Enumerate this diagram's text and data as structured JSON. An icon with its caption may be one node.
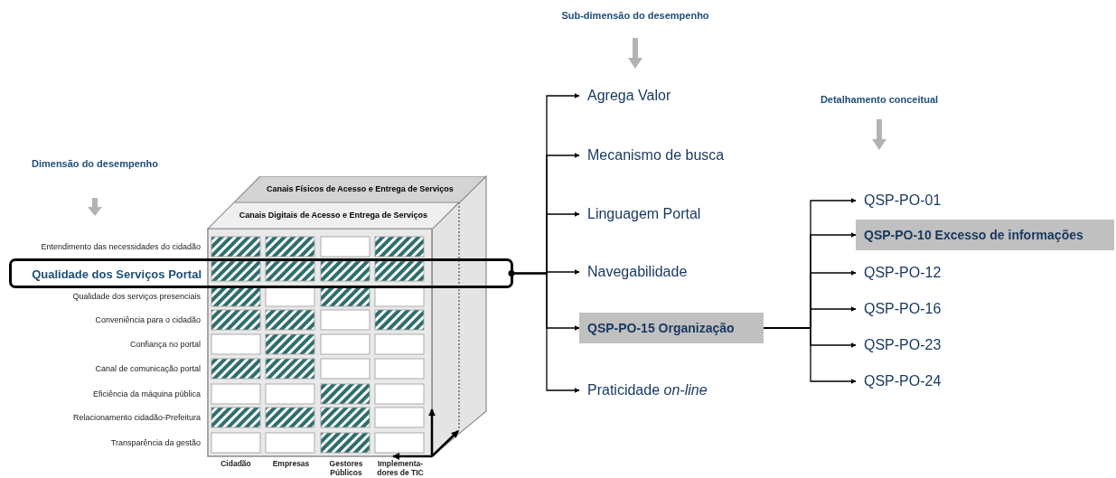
{
  "diagram": {
    "nodes": [
      {
        "text": [
          "Canais Físicos de Acesso e Entrega de  Serviços"
        ]
      },
      {
        "text": [
          "Canais Digitais de Acesso e Entrega de  Serviços"
        ]
      },
      {
        "text": [
          "Qualidade dos Serviços Portal"
        ]
      },
      {
        "text": [
          "Agrega Valor"
        ]
      },
      {
        "text": [
          "Mecanismo de busca"
        ]
      },
      {
        "text": [
          "Linguagem Portal"
        ]
      },
      {
        "text": [
          "Navegabilidade"
        ]
      },
      {
        "text": [
          "QSP-PO-15 Organização"
        ]
      },
      {
        "text": [
          "Praticidade *on-line*"
        ]
      },
      {
        "text": [
          "QSP-PO-01"
        ]
      },
      {
        "text": [
          "QSP-PO-10 Excesso de informações"
        ]
      },
      {
        "text": [
          "QSP-PO-12"
        ]
      },
      {
        "text": [
          "QSP-PO-16"
        ]
      },
      {
        "text": [
          "QSP-PO-23"
        ]
      },
      {
        "text": [
          "QSP-PO-24"
        ]
      }
    ],
    "edges": [
      {
        "from": 2,
        "to": 3,
        "arrow": "to"
      },
      {
        "from": 2,
        "to": 4,
        "arrow": "to"
      },
      {
        "from": 2,
        "to": 5,
        "arrow": "to"
      },
      {
        "from": 2,
        "to": 6,
        "arrow": "to"
      },
      {
        "from": 2,
        "to": 7,
        "arrow": "to"
      },
      {
        "from": 2,
        "to": 8,
        "arrow": "to"
      },
      {
        "from": 7,
        "to": 9,
        "arrow": "to"
      },
      {
        "from": 7,
        "to": 10,
        "arrow": "to"
      },
      {
        "from": 7,
        "to": 11,
        "arrow": "to"
      },
      {
        "from": 7,
        "to": 12,
        "arrow": "to"
      },
      {
        "from": 7,
        "to": 13,
        "arrow": "to"
      },
      {
        "from": 7,
        "to": 14,
        "arrow": "to"
      }
    ],
    "labels": [
      "Sub-dimensão do desempenho",
      "Detalhamento conceitual",
      "Dimensão do desempenho",
      "Entendimento das necessidades do cidadão",
      "Qualidade dos serviços presenciais",
      "Conveniência para o cidadão",
      "Confiança no portal",
      "Canal de comunicação portal",
      "Eficiência da máquina pública",
      "Relacionamento cidadão-Prefeitura",
      "Transparência da gestão",
      "Cidadão",
      "Empresas",
      "Gestores Públicos",
      "Implementa- dores de TIC"
    ]
  }
}
